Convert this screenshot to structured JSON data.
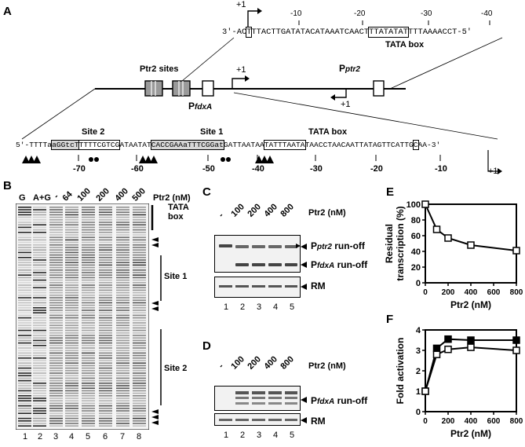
{
  "panels": {
    "A": {
      "letter": "A",
      "top_sequence": {
        "prefix": "3'-AC",
        "boxed_T": "T",
        "middle": "TTACTTGATATACATAAATCAACT",
        "tata": "TTATATAT",
        "suffix": "TTTAAAACCT-5'",
        "plus_one": "+1",
        "ticks": [
          "-10",
          "-20",
          "-30",
          "-40"
        ],
        "tata_label": "TATA box"
      },
      "map": {
        "ptr2_sites_label": "Ptr2 sites",
        "pptr2_label": "P",
        "pptr2_sub": "ptr2",
        "pfdxa_label": "P",
        "pfdxa_sub": "fdxA",
        "plus_one_right": "+1",
        "plus_one_left": "+1"
      },
      "bottom_sequence": {
        "site2_label": "Site 2",
        "site1_label": "Site 1",
        "tata_label": "TATA box",
        "seq_start": "5'-TTTTa",
        "site2_seq": "aGGtcT",
        "site2_box": "TTTTCGTCG",
        "s_mid1": "ATAATAT",
        "site1_seq": "CACCGAA",
        "site1_tail": "aTTTCG",
        "site1_box2": "Gat",
        "s_mid2": "GATTAATAA",
        "tata_seq": "TATTTAATA",
        "s_end": "TAACCTAACAATTATAGTTCATTG",
        "boxed_C": "C",
        "seq_tail": "AA-3'",
        "ticks": [
          "-70",
          "-60",
          "-50",
          "-40",
          "-30",
          "-20",
          "-10"
        ],
        "plus_one": "+1"
      }
    },
    "B": {
      "letter": "B",
      "lane_headers": [
        "G",
        "A+G",
        "-",
        "64",
        "100",
        "200",
        "400",
        "500"
      ],
      "unit": "Ptr2 (nM)",
      "lane_numbers": [
        "1",
        "2",
        "3",
        "4",
        "5",
        "6",
        "7",
        "8"
      ],
      "tata_label": "TATA\nbox",
      "tata_line1": "TATA",
      "tata_line2": "box",
      "site1_label": "Site 1",
      "site2_label": "Site 2"
    },
    "C": {
      "letter": "C",
      "lane_headers": [
        "-",
        "100",
        "200",
        "400",
        "800"
      ],
      "unit": "Ptr2 (nM)",
      "label_ptr2": "P",
      "label_ptr2_sub": "ptr2",
      "label_ptr2_suffix": " run-off",
      "label_fdxa": "P",
      "label_fdxa_sub": "fdxA",
      "label_fdxa_suffix": " run-off",
      "label_rm": "RM",
      "lane_numbers": [
        "1",
        "2",
        "3",
        "4",
        "5"
      ]
    },
    "D": {
      "letter": "D",
      "lane_headers": [
        "-",
        "100",
        "200",
        "400",
        "800"
      ],
      "unit": "Ptr2 (nM)",
      "label_fdxa": "P",
      "label_fdxa_sub": "fdxA",
      "label_fdxa_suffix": " run-off",
      "label_rm": "RM",
      "lane_numbers": [
        "1",
        "2",
        "3",
        "4",
        "5"
      ]
    },
    "E": {
      "letter": "E"
    },
    "F": {
      "letter": "F"
    }
  },
  "chart_data": [
    {
      "panel": "E",
      "type": "line",
      "ylabel": "Residual\ntranscription (%)",
      "ylabel_line1": "Residual",
      "ylabel_line2": "transcription (%)",
      "xlabel": "Ptr2 (nM)",
      "xlim": [
        0,
        800
      ],
      "ylim": [
        0,
        100
      ],
      "xticks": [
        0,
        200,
        400,
        600,
        800
      ],
      "yticks": [
        0,
        20,
        40,
        60,
        80,
        100
      ],
      "series": [
        {
          "x": [
            0,
            100,
            200,
            400,
            800
          ],
          "y": [
            100,
            68,
            57,
            48,
            41
          ],
          "marker": "open-square",
          "color": "#000000"
        }
      ]
    },
    {
      "panel": "F",
      "type": "line",
      "ylabel": "Fold activation",
      "xlabel": "Ptr2 (nM)",
      "xlim": [
        0,
        800
      ],
      "ylim": [
        0,
        4
      ],
      "xticks": [
        0,
        200,
        400,
        600,
        800
      ],
      "yticks": [
        0,
        1,
        2,
        3,
        4
      ],
      "series": [
        {
          "x": [
            0,
            100,
            200,
            400,
            800
          ],
          "y": [
            1.0,
            3.1,
            3.55,
            3.5,
            3.5
          ],
          "marker": "filled-square",
          "color": "#000000"
        },
        {
          "x": [
            0,
            100,
            200,
            400,
            800
          ],
          "y": [
            1.0,
            2.8,
            3.05,
            3.15,
            3.0
          ],
          "marker": "open-square",
          "color": "#000000"
        }
      ]
    }
  ]
}
